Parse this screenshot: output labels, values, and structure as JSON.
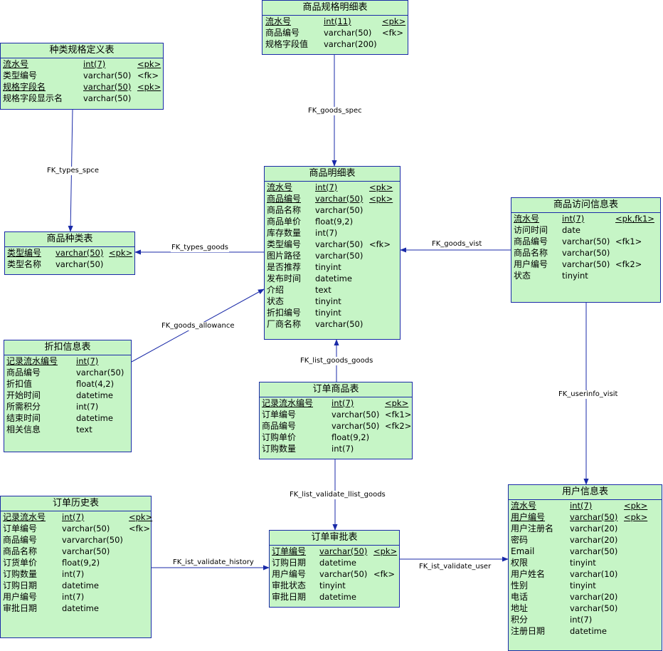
{
  "tables": {
    "goods_spec_detail": {
      "title": "商品规格明细表",
      "rows": [
        {
          "name": "流水号",
          "type": "int(11)",
          "tag": "<pk>",
          "key": true
        },
        {
          "name": "商品编号",
          "type": "varchar(50)",
          "tag": "<fk>",
          "key": false
        },
        {
          "name": "规格字段值",
          "type": "varchar(200)",
          "tag": "",
          "key": false
        }
      ]
    },
    "types_spec_def": {
      "title": "种类规格定义表",
      "rows": [
        {
          "name": "流水号",
          "type": "int(7)",
          "tag": "<pk>",
          "key": true
        },
        {
          "name": "类型编号",
          "type": "varchar(50)",
          "tag": "<fk>",
          "key": false
        },
        {
          "name": "规格字段名",
          "type": "varchar(50)",
          "tag": "<pk>",
          "key": true
        },
        {
          "name": "规格字段显示名",
          "type": "varchar(50)",
          "tag": "",
          "key": false
        }
      ]
    },
    "goods_detail": {
      "title": "商品明细表",
      "rows": [
        {
          "name": "流水号",
          "type": "int(7)",
          "tag": "<pk>",
          "key": true
        },
        {
          "name": "商品编号",
          "type": "varchar(50)",
          "tag": "<pk>",
          "key": true
        },
        {
          "name": "商品名称",
          "type": "varchar(50)",
          "tag": "",
          "key": false
        },
        {
          "name": "商品单价",
          "type": "float(9,2)",
          "tag": "",
          "key": false
        },
        {
          "name": "库存数量",
          "type": "int(7)",
          "tag": "",
          "key": false
        },
        {
          "name": "类型编号",
          "type": "varchar(50)",
          "tag": "<fk>",
          "key": false
        },
        {
          "name": "图片路径",
          "type": "varchar(50)",
          "tag": "",
          "key": false
        },
        {
          "name": "是否推荐",
          "type": "tinyint",
          "tag": "",
          "key": false
        },
        {
          "name": "发布时间",
          "type": "datetime",
          "tag": "",
          "key": false
        },
        {
          "name": "介绍",
          "type": "text",
          "tag": "",
          "key": false
        },
        {
          "name": "状态",
          "type": "tinyint",
          "tag": "",
          "key": false
        },
        {
          "name": "折扣编号",
          "type": "tinyint",
          "tag": "",
          "key": false
        },
        {
          "name": "厂商名称",
          "type": "varchar(50)",
          "tag": "",
          "key": false
        }
      ]
    },
    "goods_types": {
      "title": "商品种类表",
      "rows": [
        {
          "name": "类型编号",
          "type": "varchar(50)",
          "tag": "<pk>",
          "key": true
        },
        {
          "name": "类型名称",
          "type": "varchar(50)",
          "tag": "",
          "key": false
        }
      ]
    },
    "goods_visit": {
      "title": "商品访问信息表",
      "rows": [
        {
          "name": "流水号",
          "type": "int(7)",
          "tag": "<pk,fk1>",
          "key": true
        },
        {
          "name": "访问时间",
          "type": "date",
          "tag": "",
          "key": false
        },
        {
          "name": "商品编号",
          "type": "varchar(50)",
          "tag": "<fk1>",
          "key": false
        },
        {
          "name": "商品名称",
          "type": "varchar(50)",
          "tag": "",
          "key": false
        },
        {
          "name": "用户编号",
          "type": "varchar(50)",
          "tag": "<fk2>",
          "key": false
        },
        {
          "name": "状态",
          "type": "tinyint",
          "tag": "",
          "key": false
        }
      ]
    },
    "allowance": {
      "title": "折扣信息表",
      "rows": [
        {
          "name": "记录流水编号",
          "type": "int(7)",
          "tag": "",
          "key": true
        },
        {
          "name": "商品编号",
          "type": "varchar(50)",
          "tag": "",
          "key": false
        },
        {
          "name": "折扣值",
          "type": "float(4,2)",
          "tag": "",
          "key": false
        },
        {
          "name": "开始时间",
          "type": "datetime",
          "tag": "",
          "key": false
        },
        {
          "name": "所需积分",
          "type": "int(7)",
          "tag": "",
          "key": false
        },
        {
          "name": "结束时间",
          "type": "datetime",
          "tag": "",
          "key": false
        },
        {
          "name": "相关信息",
          "type": "text",
          "tag": "",
          "key": false
        }
      ]
    },
    "order_goods": {
      "title": "订单商品表",
      "rows": [
        {
          "name": "记录流水编号",
          "type": "int(7)",
          "tag": "<pk>",
          "key": true
        },
        {
          "name": "订单编号",
          "type": "varchar(50)",
          "tag": "<fk1>",
          "key": false
        },
        {
          "name": "商品编号",
          "type": "varchar(50)",
          "tag": "<fk2>",
          "key": false
        },
        {
          "name": "订购单价",
          "type": "float(9,2)",
          "tag": "",
          "key": false
        },
        {
          "name": "订购数量",
          "type": "int(7)",
          "tag": "",
          "key": false
        }
      ]
    },
    "order_history": {
      "title": "订单历史表",
      "rows": [
        {
          "name": "记录流水号",
          "type": "int(7)",
          "tag": "<pk>",
          "key": true
        },
        {
          "name": "订单编号",
          "type": "varchar(50)",
          "tag": "<fk>",
          "key": false
        },
        {
          "name": "商品编号",
          "type": "varvarchar(50)",
          "tag": "",
          "key": false
        },
        {
          "name": "商品名称",
          "type": "varchar(50)",
          "tag": "",
          "key": false
        },
        {
          "name": "订货单价",
          "type": "float(9,2)",
          "tag": "",
          "key": false
        },
        {
          "name": "订购数量",
          "type": "int(7)",
          "tag": "",
          "key": false
        },
        {
          "name": "订购日期",
          "type": "datetime",
          "tag": "",
          "key": false
        },
        {
          "name": "用户编号",
          "type": "int(7)",
          "tag": "",
          "key": false
        },
        {
          "name": "审批日期",
          "type": "datetime",
          "tag": "",
          "key": false
        }
      ]
    },
    "order_validate": {
      "title": "订单审批表",
      "rows": [
        {
          "name": "订单编号",
          "type": "varchar(50)",
          "tag": "<pk>",
          "key": true
        },
        {
          "name": "订购日期",
          "type": "datetime",
          "tag": "",
          "key": false
        },
        {
          "name": "用户编号",
          "type": "varchar(50)",
          "tag": "<fk>",
          "key": false
        },
        {
          "name": "审批状态",
          "type": "tinyint",
          "tag": "",
          "key": false
        },
        {
          "name": "审批日期",
          "type": "datetime",
          "tag": "",
          "key": false
        }
      ]
    },
    "user_info": {
      "title": "用户信息表",
      "rows": [
        {
          "name": "流水号",
          "type": "int(7)",
          "tag": "<pk>",
          "key": true
        },
        {
          "name": "用户编号",
          "type": "varchar(50)",
          "tag": "<pk>",
          "key": true
        },
        {
          "name": "用户注册名",
          "type": "varchar(20)",
          "tag": "",
          "key": false
        },
        {
          "name": "密码",
          "type": "varchar(20)",
          "tag": "",
          "key": false
        },
        {
          "name": "Email",
          "type": "varchar(50)",
          "tag": "",
          "key": false
        },
        {
          "name": "权限",
          "type": "tinyint",
          "tag": "",
          "key": false
        },
        {
          "name": "用户姓名",
          "type": "varchar(10)",
          "tag": "",
          "key": false
        },
        {
          "name": "性别",
          "type": "tinyint",
          "tag": "",
          "key": false
        },
        {
          "name": "电话",
          "type": "varchar(20)",
          "tag": "",
          "key": false
        },
        {
          "name": "地址",
          "type": "varchar(50)",
          "tag": "",
          "key": false
        },
        {
          "name": "积分",
          "type": "int(7)",
          "tag": "",
          "key": false
        },
        {
          "name": "注册日期",
          "type": "datetime",
          "tag": "",
          "key": false
        }
      ]
    }
  },
  "links": {
    "goods_spec": "FK_goods_spec",
    "types_spce": "FK_types_spce",
    "types_goods": "FK_types_goods",
    "goods_vist": "FK_goods_vist",
    "goods_allowance": "FK_goods_allowance",
    "list_goods_goods": "FK_list_goods_goods",
    "userinfo_visit": "FK_userinfo_visit",
    "list_validate_llist_goods": "FK_list_validate_llist_goods",
    "ist_validate_history": "FK_ist_validate_history",
    "ist_validate_user": "FK_ist_validate_user"
  },
  "colors": {
    "entity_fill": "#c6f5c6",
    "line": "#1a2aa8"
  }
}
